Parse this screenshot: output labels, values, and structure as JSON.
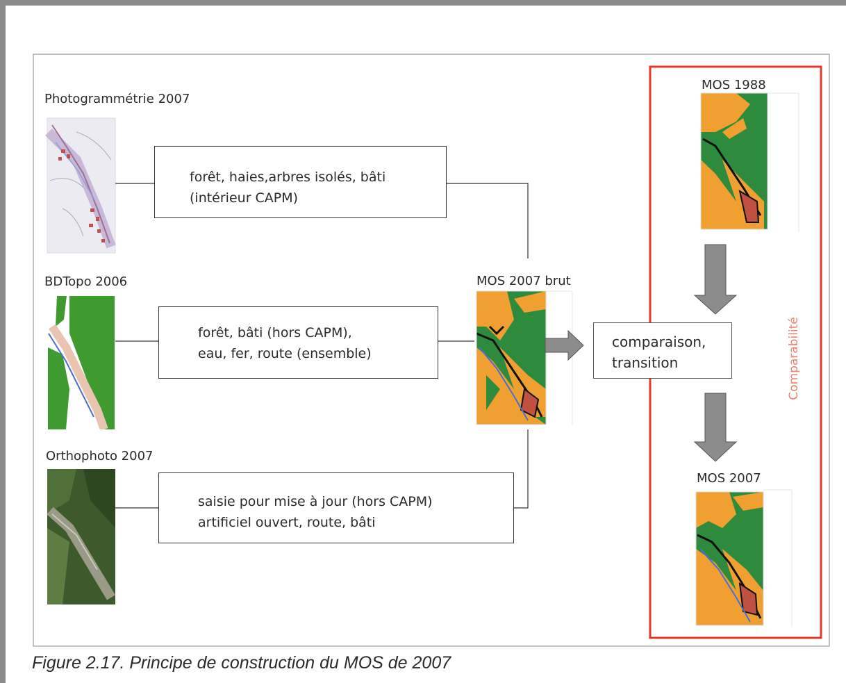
{
  "diagram": {
    "sources": [
      {
        "label": "Photogrammétrie 2007",
        "box_lines": [
          "forêt, haies,arbres isolés, bâti",
          "(intérieur CAPM)"
        ]
      },
      {
        "label": "BDTopo 2006",
        "box_lines": [
          "forêt, bâti (hors CAPM),",
          "eau, fer, route (ensemble)"
        ]
      },
      {
        "label": "Orthophoto 2007",
        "box_lines": [
          "saisie pour mise à jour (hors CAPM)",
          "artificiel ouvert, route, bâti"
        ]
      }
    ],
    "center_label": "MOS 2007 brut",
    "process_lines": [
      "comparaison,",
      "transition"
    ],
    "top_right_label": "MOS 1988",
    "bottom_right_label": "MOS 2007",
    "side_label": "Comparabilité",
    "colors": {
      "forest": "#2e8b3e",
      "agriculture": "#f0a030",
      "built": "#111111",
      "water": "#4a6fd0",
      "highlight": "#e03a2c"
    }
  },
  "caption": "Figure 2.17. Principe de construction du MOS de 2007"
}
